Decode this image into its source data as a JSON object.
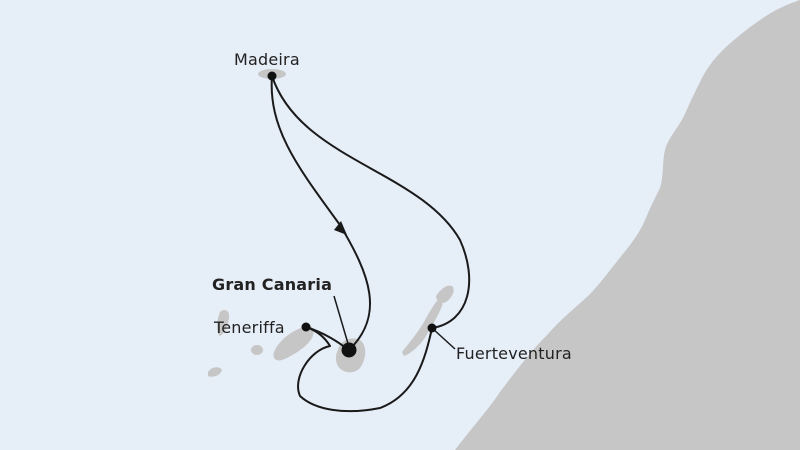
{
  "colors": {
    "sea": "#e6eef8",
    "land": "#c6c6c6",
    "island": "#c6c6c6",
    "route": "#1a1a1a",
    "marker": "#111111"
  },
  "ports": {
    "madeira": "Madeira",
    "gran_canaria": "Gran Canaria",
    "teneriffa": "Teneriffa",
    "fuerteventura": "Fuerteventura"
  },
  "icons": {
    "route_direction": "arrow-icon",
    "port_marker": "dot-icon",
    "home_port_marker": "large-dot-icon"
  }
}
